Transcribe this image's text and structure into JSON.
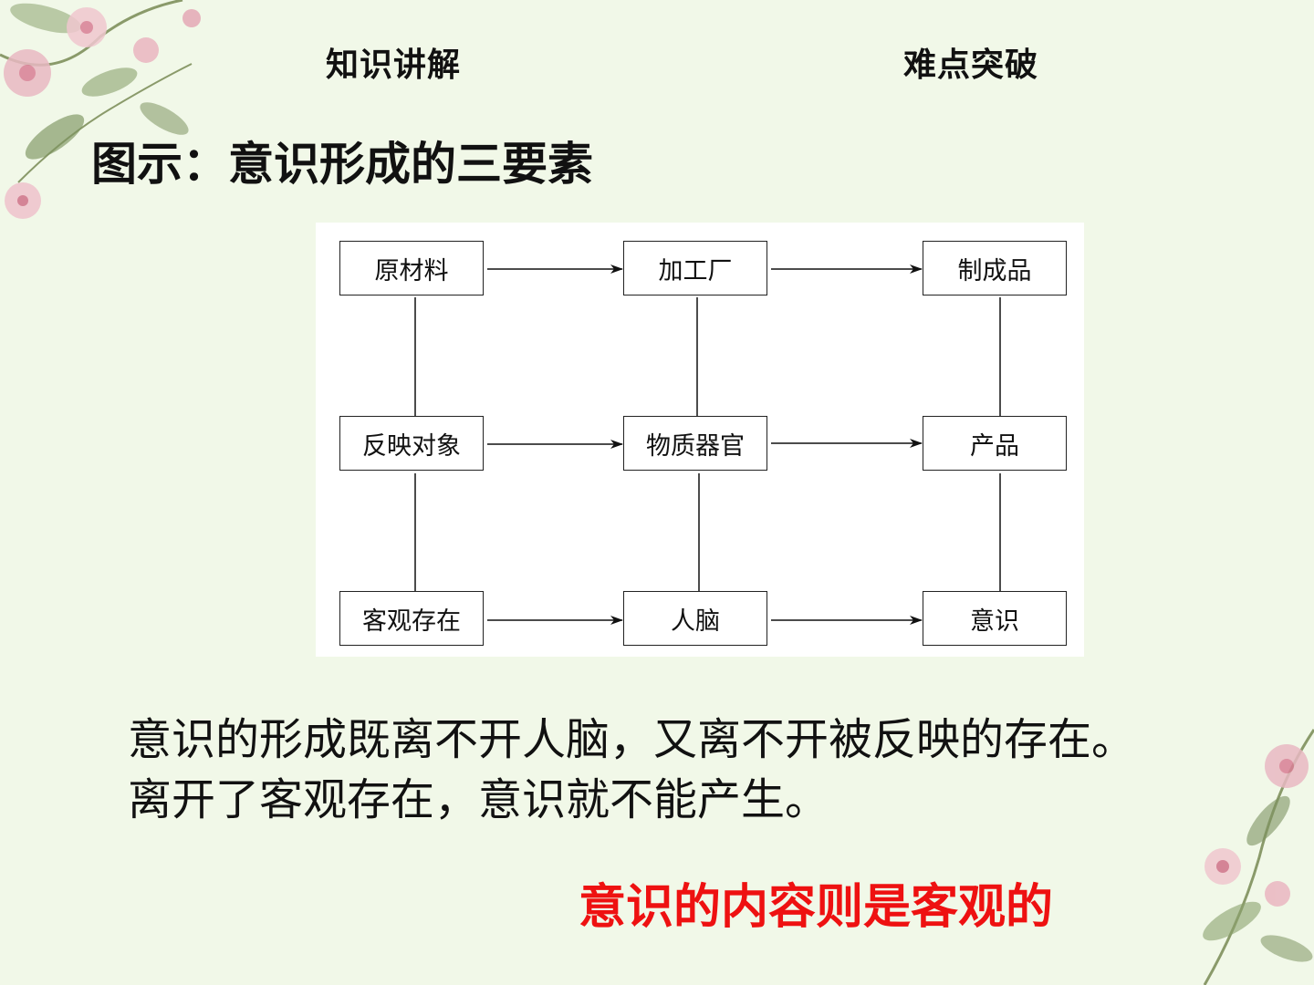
{
  "header": {
    "tab_knowledge": "知识讲解",
    "tab_difficulty": "难点突破"
  },
  "title": "图示：意识形成的三要素",
  "diagram": {
    "rows": [
      [
        "原材料",
        "加工厂",
        "制成品"
      ],
      [
        "反映对象",
        "物质器官",
        "产品"
      ],
      [
        "客观存在",
        "人脑",
        "意识"
      ]
    ]
  },
  "explanation": {
    "line1": "意识的形成既离不开人脑，又离不开被反映的存在。",
    "line2": "离开了客观存在，意识就不能产生。"
  },
  "conclusion": "意识的内容则是客观的",
  "colors": {
    "background": "#f1f8e8",
    "conclusion": "#ee1111"
  }
}
